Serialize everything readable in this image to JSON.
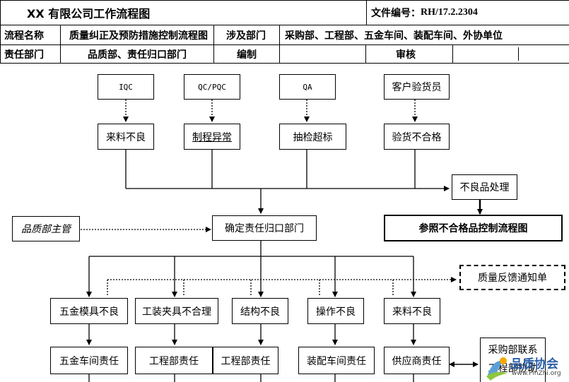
{
  "header": {
    "company_title": "XX 有限公司工作流程图",
    "doc_no_label": "文件编号：",
    "doc_no": "RH/17.2.2304",
    "process_name_label": "流程名称",
    "process_name": "质量纠正及预防措施控制流程图",
    "departments_label": "涉及部门",
    "departments": "采购部、工程部、五金车间、装配车间、外协单位",
    "responsible_label": "责任部门",
    "responsible": "品质部、责任归口部门",
    "prepared_label": "编制",
    "prepared": "",
    "reviewed_label": "审核",
    "reviewed": ""
  },
  "flow": {
    "sources": [
      "IQC",
      "QC/PQC",
      "QA",
      "客户验货员"
    ],
    "issues": [
      "来料不良",
      "制程异常",
      "抽检超标",
      "验货不合格"
    ],
    "nonconforming": "不良品处理",
    "supervisor": "品质部主管",
    "determine": "确定责任归口部门",
    "reference": "参照不合格品控制流程图",
    "feedback": "质量反馈通知单",
    "causes": [
      "五金模具不良",
      "工装夹具不合理",
      "结构不良",
      "操作不良",
      "来料不良"
    ],
    "owners": [
      "五金车间责任",
      "工程部责任",
      "工程部责任",
      "装配车间责任",
      "供应商责任"
    ],
    "purchasing_1": "采购部联系",
    "purchasing_2": "工程部协助"
  },
  "watermark": {
    "name": "品质协会",
    "url": "www.PinZhi.org"
  }
}
